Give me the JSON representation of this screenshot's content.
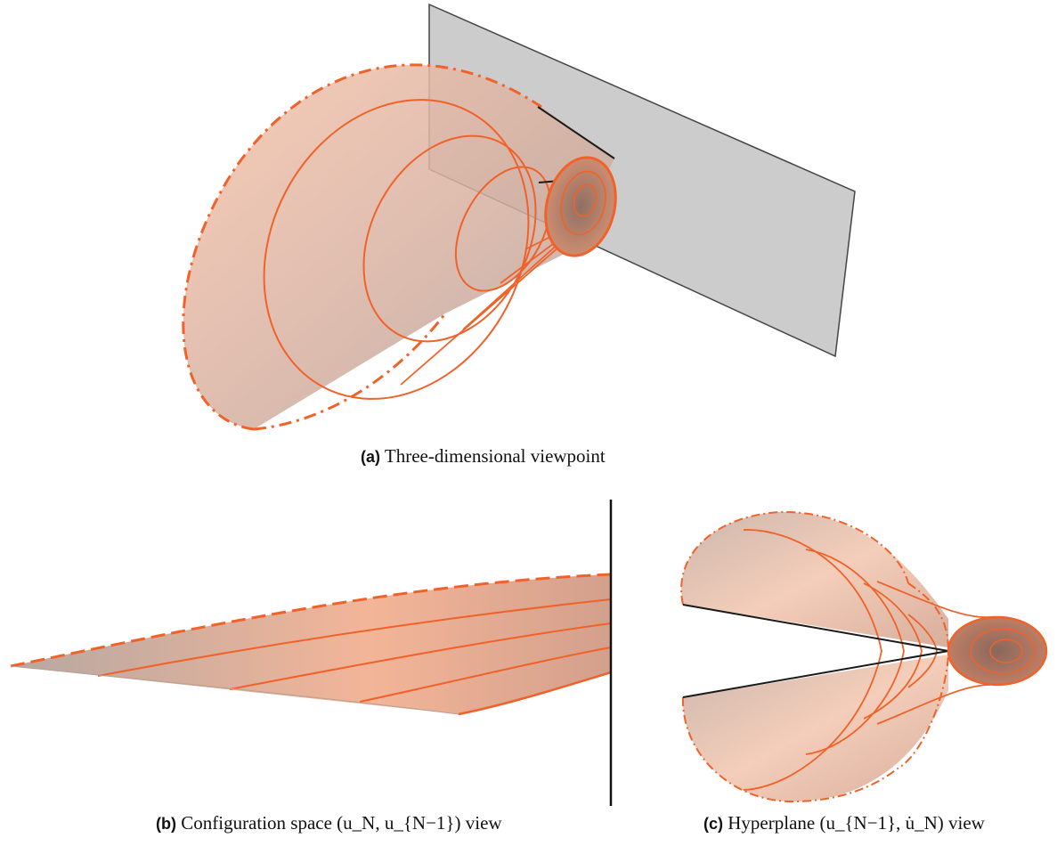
{
  "figure": {
    "panels": [
      {
        "tag": "(a)",
        "caption": "Three-dimensional viewpoint"
      },
      {
        "tag": "(b)",
        "caption": "Configuration space (u_N, u_{N−1}) view"
      },
      {
        "tag": "(c)",
        "caption": "Hyperplane (u_{N−1}, u̇_N) view"
      }
    ],
    "colors": {
      "orange": "#f0622a",
      "orange_light": "#f6b291",
      "cone_gray": "#b9aaa3",
      "plane_gray": "#c4c4c4",
      "edge_black": "#1a1a1a"
    }
  }
}
